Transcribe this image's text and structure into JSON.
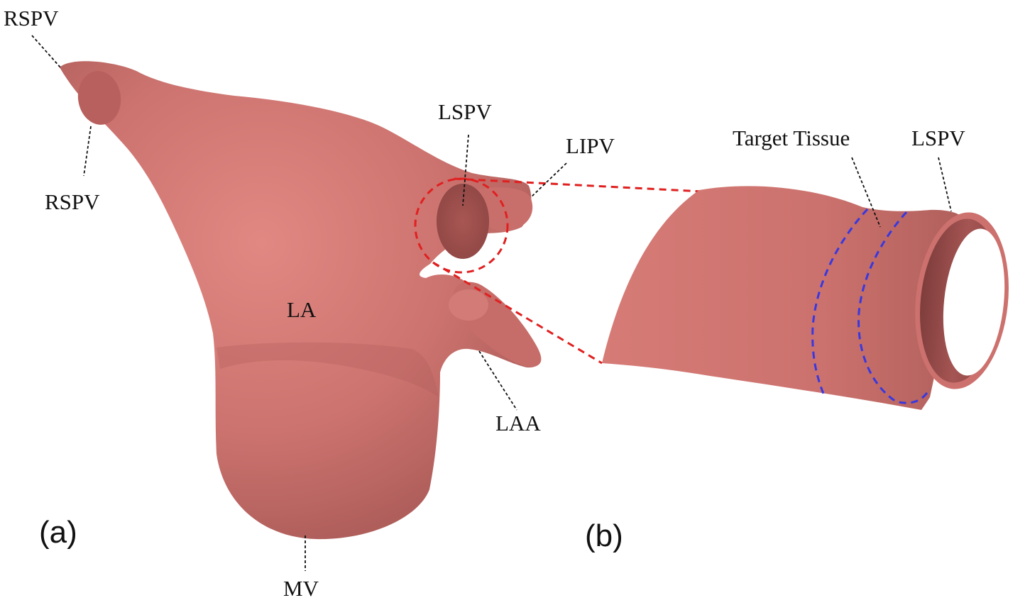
{
  "colors": {
    "tissue": "#cd7470",
    "tissue_light": "#e48a85",
    "tissue_dark": "#9a4f4d",
    "zoom_outline": "#e02020",
    "target_boundary": "#3838e0"
  },
  "labels": {
    "rspv_top": "RSPV",
    "rspv_ostium": "RSPV",
    "lspv_a": "LSPV",
    "lipv": "LIPV",
    "la": "LA",
    "laa": "LAA",
    "mv": "MV",
    "target_tissue": "Target Tissue",
    "lspv_b": "LSPV"
  },
  "panels": {
    "a": "(a)",
    "b": "(b)"
  }
}
